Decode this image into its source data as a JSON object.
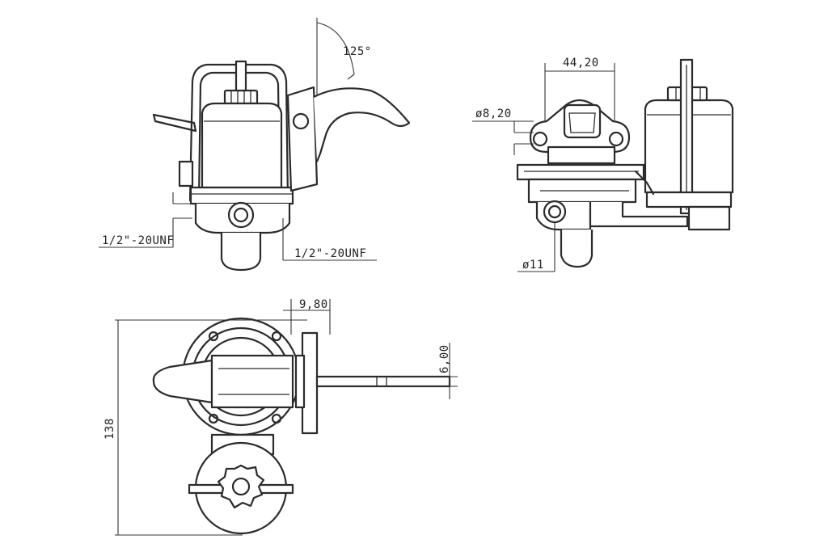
{
  "dimensions": {
    "angle": "125°",
    "thread_left": "1/2\"-20UNF",
    "thread_right": "1/2\"-20UNF",
    "width_top": "44,20",
    "hole_dia": "ø8,20",
    "port_dia": "ø11",
    "lever_thickness": "9,80",
    "shaft_width": "6,00",
    "overall_height": "138"
  },
  "colors": {
    "line": "#2b2b2b",
    "background": "#ffffff"
  }
}
